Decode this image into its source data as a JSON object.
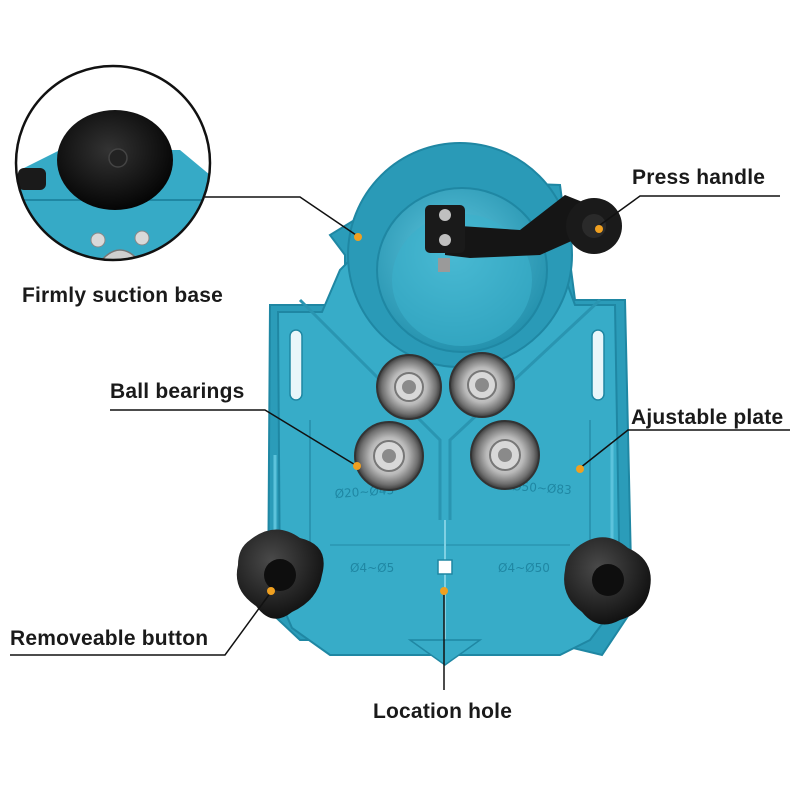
{
  "labels": {
    "press_handle": "Press handle",
    "suction_base": "Firmly suction base",
    "ball_bearings": "Ball bearings",
    "adjustable_plate": "Ajustable plate",
    "removeable_button": "Removeable button",
    "location_hole": "Location hole"
  },
  "plate_markings": {
    "left_upper": "Ø20~Ø43",
    "right_upper": "Ø50~Ø83",
    "left_lower": "Ø4~Ø5",
    "right_lower": "Ø4~Ø50"
  },
  "colors": {
    "plate": "#34a9c6",
    "plate_dark": "#1f87a3",
    "plate_light": "#5cc3dc",
    "marker_dot": "#f0a020",
    "leader_line": "#111111",
    "knob": "#1a1a1a"
  }
}
